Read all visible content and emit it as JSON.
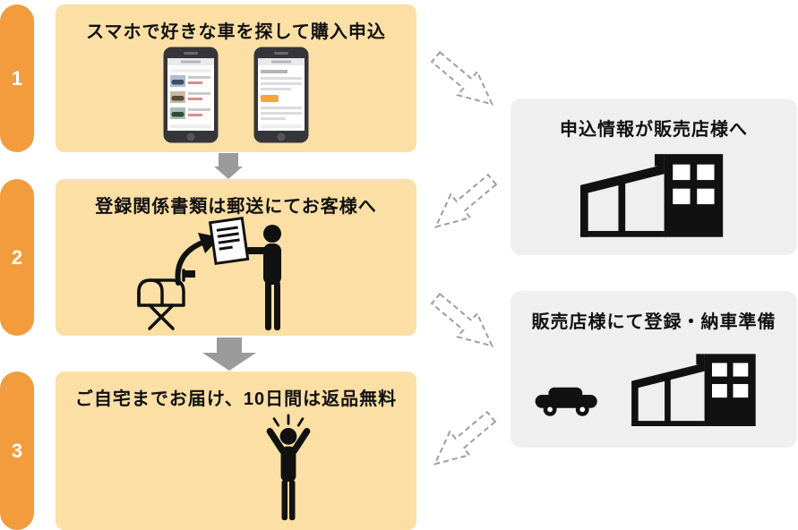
{
  "steps": [
    {
      "number": "1",
      "title": "スマホで好きな車を探して購入申込",
      "icons": [
        "smartphone-car-list-icon",
        "smartphone-order-form-icon"
      ]
    },
    {
      "number": "2",
      "title": "登録関係書類は郵送にてお客様へ",
      "icons": [
        "mailbox-icon",
        "curved-arrow-icon",
        "document-icon",
        "person-holding-document-icon"
      ]
    },
    {
      "number": "3",
      "title": "ご自宅までお届け、10日間は返品無料",
      "icons": [
        "person-celebrating-icon"
      ]
    }
  ],
  "dealer_boxes": [
    {
      "title": "申込情報が販売店様へ",
      "icons": [
        "dealership-building-icon"
      ]
    },
    {
      "title": "販売店様にて登録・納車準備",
      "icons": [
        "car-icon",
        "dealership-building-icon"
      ]
    }
  ],
  "arrows": {
    "solid_down": [
      "step1-to-step2",
      "step2-to-step3"
    ],
    "dashed": [
      "step1-to-dealer-info",
      "dealer-info-to-step2",
      "step2-to-dealer-prep",
      "dealer-prep-to-step3"
    ]
  },
  "colors": {
    "step_number_pill": "#F29C3D",
    "step_box_bg": "#FBDFA5",
    "dealer_box_bg": "#EFEFEF",
    "solid_arrow": "#9B9B9B",
    "dashed_arrow_stroke": "#9E9E9E",
    "icon": "#111111",
    "text": "#111111",
    "number_text": "#FFFFFF"
  }
}
